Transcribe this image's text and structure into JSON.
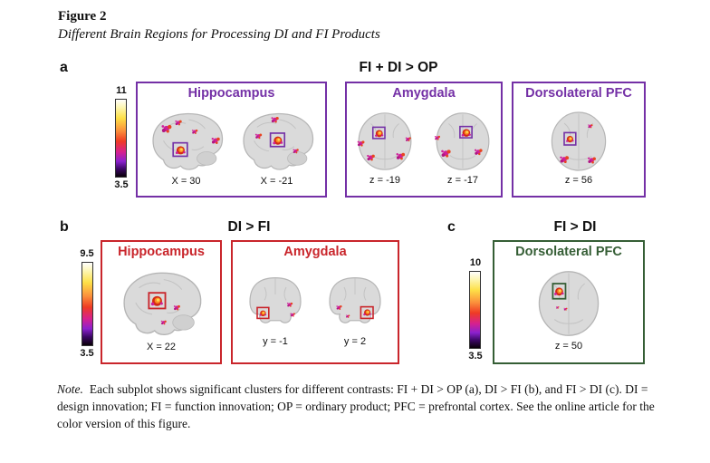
{
  "figure": {
    "label": "Figure 2",
    "title": "Different Brain Regions for Processing DI and FI Products"
  },
  "panels": {
    "a": {
      "letter": "a",
      "contrast": "FI + DI > OP",
      "colorbar": {
        "max": "11",
        "min": "3.5"
      },
      "boxes": [
        {
          "title": "Hippocampus",
          "slices": [
            "X = 30",
            "X = -21"
          ]
        },
        {
          "title": "Amygdala",
          "slices": [
            "z = -19",
            "z = -17"
          ]
        },
        {
          "title": "Dorsolateral PFC",
          "slices": [
            "z = 56"
          ]
        }
      ]
    },
    "b": {
      "letter": "b",
      "contrast": "DI > FI",
      "colorbar": {
        "max": "9.5",
        "min": "3.5"
      },
      "boxes": [
        {
          "title": "Hippocampus",
          "slices": [
            "X = 22"
          ]
        },
        {
          "title": "Amygdala",
          "slices": [
            "y = -1",
            "y = 2"
          ]
        }
      ]
    },
    "c": {
      "letter": "c",
      "contrast": "FI > DI",
      "colorbar": {
        "max": "10",
        "min": "3.5"
      },
      "boxes": [
        {
          "title": "Dorsolateral PFC",
          "slices": [
            "z = 50"
          ]
        }
      ]
    }
  },
  "note": {
    "lead": "Note.",
    "body": "Each subplot shows significant clusters for different contrasts: FI + DI > OP (a), DI > FI (b), and FI > DI (c). DI = design innovation; FI = function innovation; OP = ordinary product; PFC = prefrontal cortex. See the online article for the color version of this figure."
  },
  "colors": {
    "panel_a_accent": "#7430a6",
    "panel_b_accent": "#c9252b",
    "panel_c_accent": "#355e35",
    "activation_hot": "#e8441f",
    "activation_magenta": "#cf1f9a",
    "colorbar_top": "#ffffff",
    "colorbar_bottom": "#0a0008",
    "brain_gray": "#dadada"
  }
}
